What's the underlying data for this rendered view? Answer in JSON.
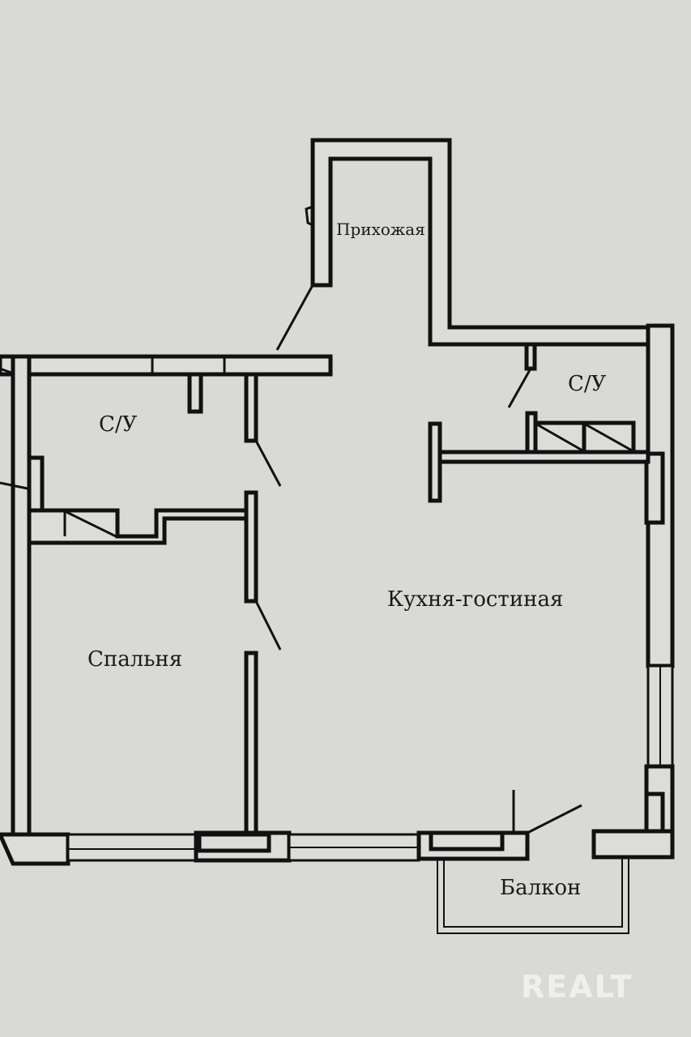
{
  "plan": {
    "rooms": {
      "hallway": "Прихожая",
      "bathroom_left": "С/У",
      "bathroom_right": "С/У",
      "kitchen_living": "Кухня-гостиная",
      "bedroom": "Спальня",
      "balcony": "Балкон"
    },
    "watermark": "REALT",
    "colors": {
      "background": "#d9d9d6",
      "walls": "#111111",
      "watermark": "#efefed"
    }
  }
}
